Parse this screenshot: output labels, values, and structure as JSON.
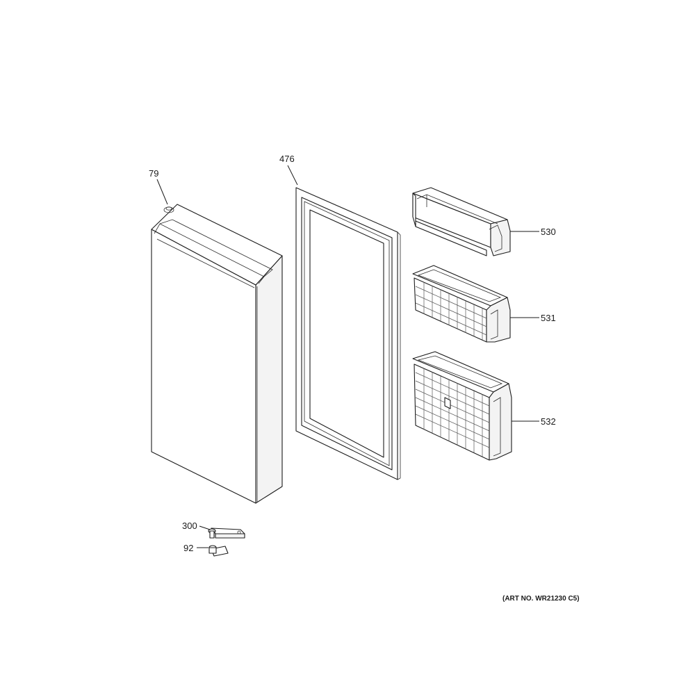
{
  "callouts": {
    "door": "79",
    "gasket": "476",
    "bin_small": "530",
    "bin_medium": "531",
    "bin_large": "532",
    "hinge": "300",
    "cam": "92"
  },
  "art_number": "(ART NO. WR21230 C5)"
}
